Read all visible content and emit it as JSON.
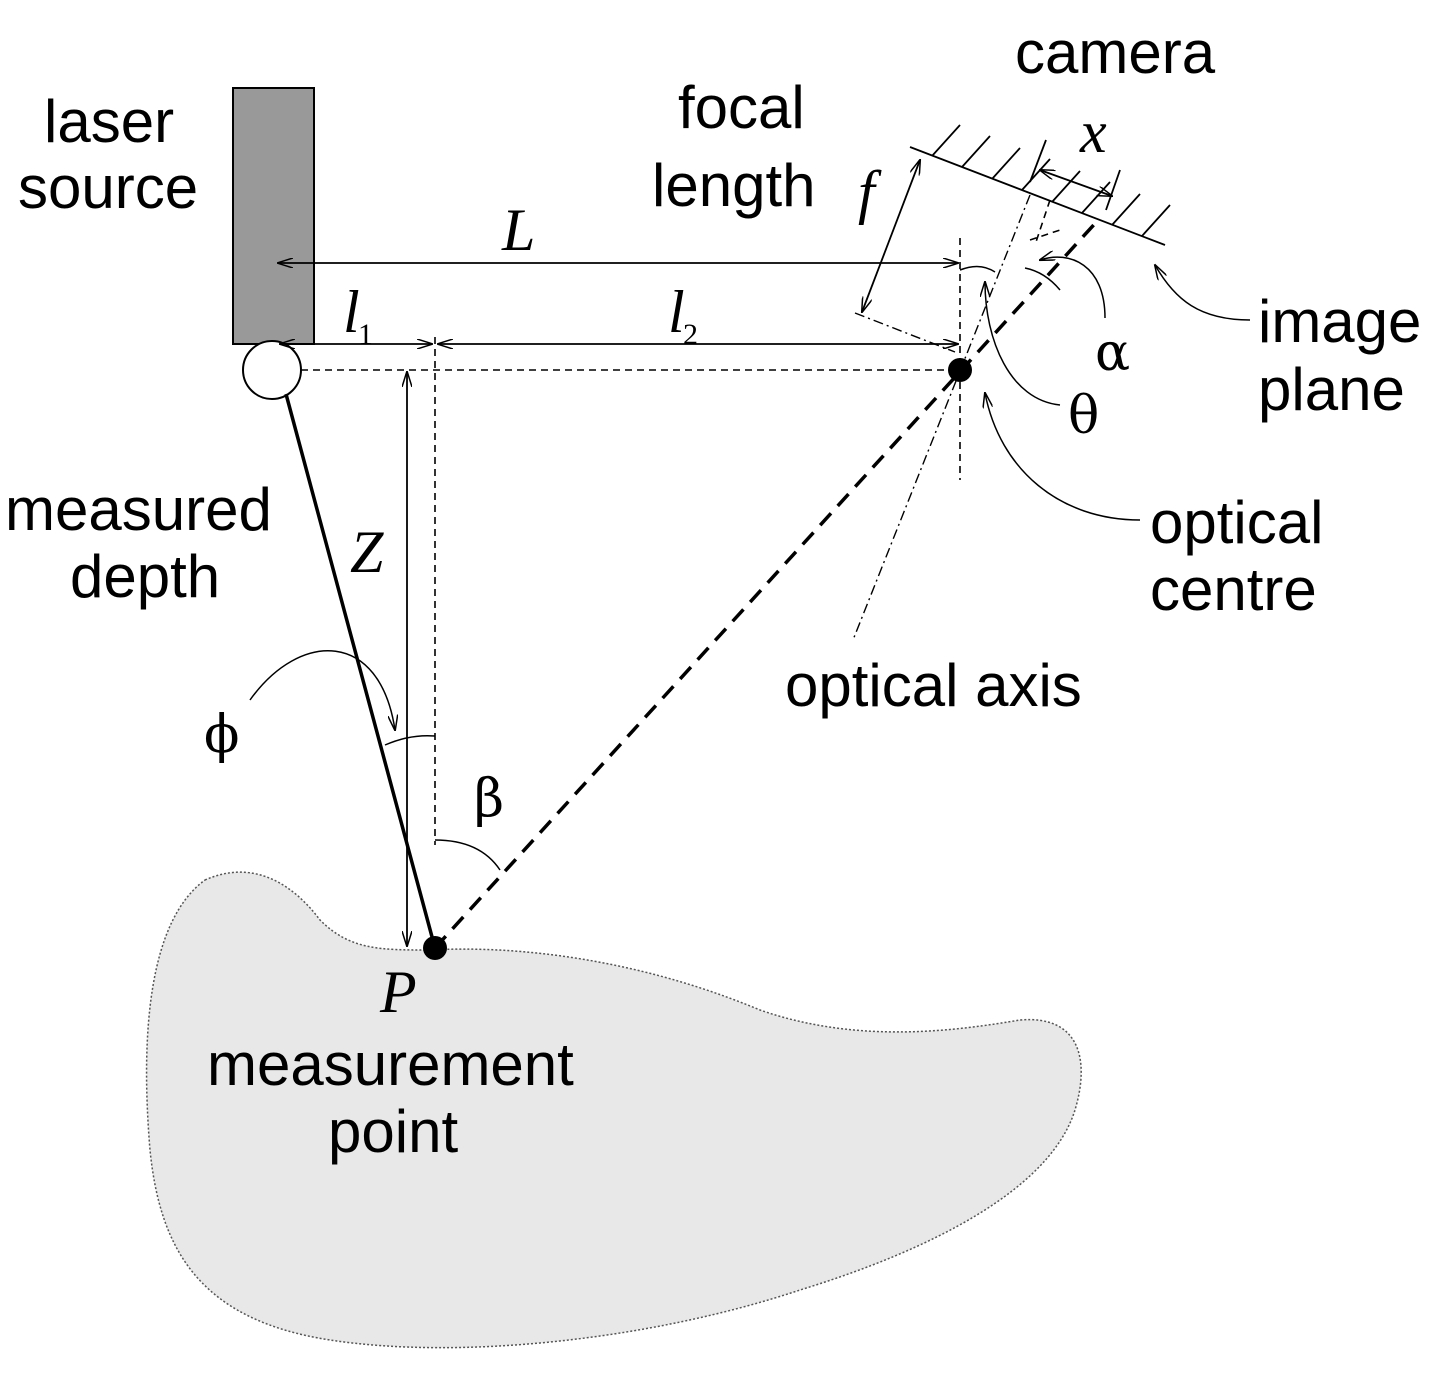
{
  "labels": {
    "laser_source": [
      "laser",
      "source"
    ],
    "focal_length": [
      "focal",
      "length"
    ],
    "camera": "camera",
    "image_plane": [
      "image",
      "plane"
    ],
    "optical_centre": [
      "optical",
      "centre"
    ],
    "optical_axis": "optical axis",
    "measured_depth": [
      "measured",
      "depth"
    ],
    "measurement_point": [
      "measurement",
      "point"
    ]
  },
  "symbols": {
    "L": "L",
    "l1": "l",
    "l1_sub": "1",
    "l2": "l",
    "l2_sub": "2",
    "f": "f",
    "x": "x",
    "Z": "Z",
    "P": "P",
    "alpha": "α",
    "theta": "θ",
    "phi": "ϕ",
    "beta": "β"
  },
  "colors": {
    "laser_body": "#999999",
    "surface": "#e8e8e8",
    "line": "#000000"
  }
}
